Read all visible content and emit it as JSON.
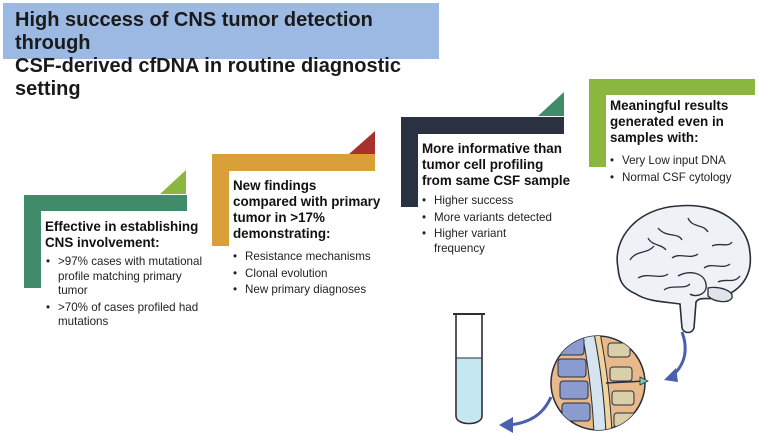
{
  "title": {
    "line1": "High success of CNS tumor detection through",
    "line2": "CSF-derived cfDNA in routine diagnostic setting"
  },
  "steps": [
    {
      "heading_lines": [
        "Effective in establishing",
        "CNS involvement:"
      ],
      "bullets": [
        ">97% cases with mutational profile matching primary tumor",
        ">70% of cases profiled had mutations"
      ],
      "color": "#3f8b6a",
      "accent": "#8ab83f"
    },
    {
      "heading_lines": [
        "New findings",
        "compared with primary",
        "tumor in >17%",
        "demonstrating:"
      ],
      "bullets": [
        "Resistance mechanisms",
        "Clonal evolution",
        "New primary diagnoses"
      ],
      "color": "#d9a03a",
      "accent": "#a8322b"
    },
    {
      "heading_lines": [
        "More informative than",
        "tumor cell profiling",
        "from same CSF sample"
      ],
      "bullets": [
        "Higher success",
        "More variants detected",
        "Higher variant frequency"
      ],
      "color": "#2a3140",
      "accent": "#3f8b6a"
    },
    {
      "heading_lines": [
        "Meaningful results",
        "generated even in",
        "samples with:"
      ],
      "bullets": [
        "Very Low input DNA",
        "Normal CSF cytology"
      ],
      "color": "#8ab83f",
      "accent": "#8ab83f"
    }
  ],
  "illustrations": {
    "brain": "brain-illustration",
    "spine": "lumbar-puncture-illustration",
    "tube": "csf-test-tube-illustration",
    "arrow_color": "#4a5fb0"
  }
}
